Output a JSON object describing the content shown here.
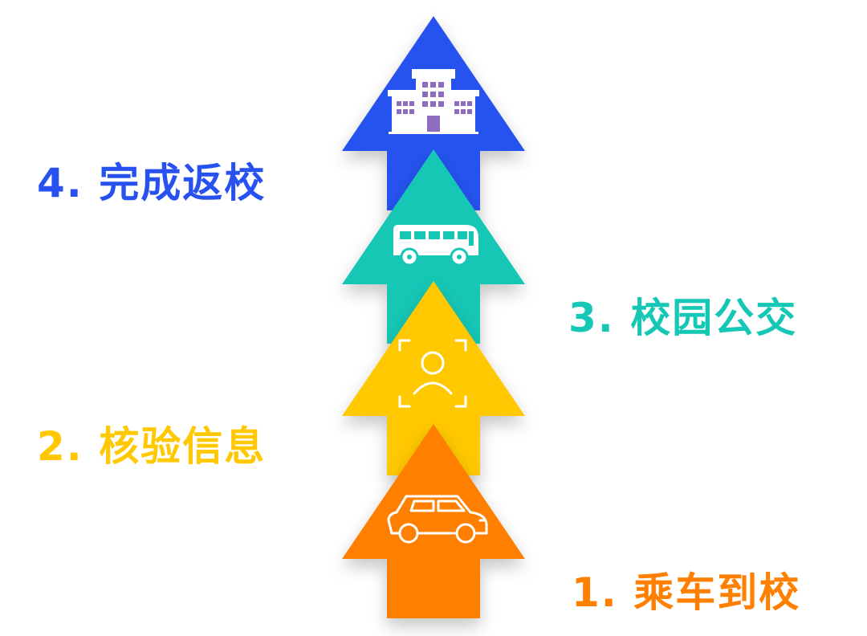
{
  "steps": [
    {
      "number": "1.",
      "text": "乘车到校",
      "color": "#FF7F00",
      "icon": "car-icon"
    },
    {
      "number": "2.",
      "text": "核验信息",
      "color": "#FFC800",
      "icon": "face-scan-icon"
    },
    {
      "number": "3.",
      "text": "校园公交",
      "color": "#16C7B6",
      "icon": "bus-icon"
    },
    {
      "number": "4.",
      "text": "完成返校",
      "color": "#2752F0",
      "icon": "school-building-icon"
    }
  ]
}
